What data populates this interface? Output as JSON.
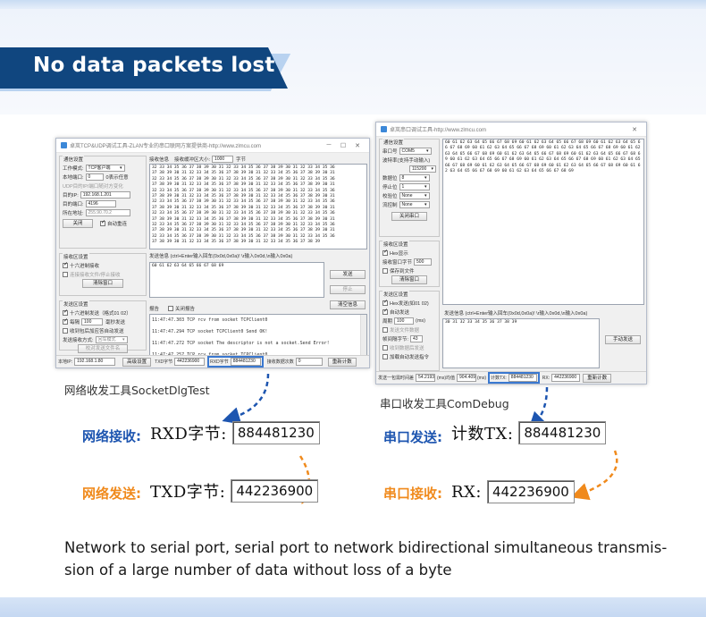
{
  "header": {
    "title": "No data packets lost"
  },
  "socket_window": {
    "title": "卓岚TCP&UDP调试工具-ZLAN专业的串口联网方案提供商-http://www.zlmcu.com",
    "comm_settings": {
      "group": "通信设置",
      "mode_label": "工作模式:",
      "mode_value": "TCP客户端",
      "local_port_label": "本地端口:",
      "local_port_value": "0",
      "any_port_label": "0表示任意",
      "udp_note": "UDP目的IP/端口随对方变化",
      "dest_ip_label": "目的IP:",
      "dest_ip_value": "192.168.1.201",
      "dest_port_label": "目的端口:",
      "dest_port_value": "4196",
      "subnet_label": "所在地址:",
      "subnet_value": "255.90.70.2",
      "close_btn": "关闭",
      "auto_reconnect": "自动重连"
    },
    "recv_header": {
      "label": "接收信息",
      "buf_label": "接收缓冲区大小:",
      "buf_value": "1000",
      "unit": "字节"
    },
    "recv_lines": [
      "32 33 34 35 36 37 38 39 30 31 32 33 34 35 36 37 38 39 30 31 32 33 34 35 36",
      "37 38 39 30 31 32 33 34 35 36 37 38 39 30 31 32 33 34 35 36 37 38 39 30 31",
      "32 33 34 35 36 37 38 39 30 31 32 33 34 35 36 37 38 39 30 31 32 33 34 35 36",
      "37 38 39 30 31 32 33 34 35 36 37 38 39 30 31 32 33 34 35 36 37 38 39 30 31",
      "32 33 34 35 36 37 38 39 30 31 32 33 34 35 36 37 38 39 30 31 32 33 34 35 36",
      "37 38 39 30 31 32 33 34 35 36 37 38 39 30 31 32 33 34 35 36 37 38 39 30 31",
      "32 33 34 35 36 37 38 39 30 31 32 33 34 35 36 37 38 39 30 31 32 33 34 35 36",
      "37 38 39 30 31 32 33 34 35 36 37 38 39 30 31 32 33 34 35 36 37 38 39 30 31",
      "32 33 34 35 36 37 38 39 30 31 32 33 34 35 36 37 38 39 30 31 32 33 34 35 36",
      "37 38 39 30 31 32 33 34 35 36 37 38 39 30 31 32 33 34 35 36 37 38 39 30 31",
      "32 33 34 35 36 37 38 39 30 31 32 33 34 35 36 37 38 39 30 31 32 33 34 35 36",
      "37 38 39 30 31 32 33 34 35 36 37 38 39 30 31 32 33 34 35 36 37 38 39 30 31",
      "32 33 34 35 36 37 38 39 30 31 32 33 34 35 36 37 38 39 30 31 32 33 34 35 36",
      "37 38 39 30 31 32 33 34 35 36 37 38 39 30 31 32 33 34 35 36 37 38 39"
    ],
    "recv_settings": {
      "group": "接收区设置",
      "hex_recv": "十六进制接收",
      "no_show": "连接接收文件/停止接收",
      "clear_btn": "清除窗口"
    },
    "send_header": "发送信息 (ctrl+Enter输入回车(0x0d,0x0a)! \\r输入0x0d,\\n输入0x0a)",
    "send_text": "60 61 62 63 64 65 66 67 68 69",
    "send_btn": "发送",
    "stop_btn": "停止",
    "clear_send_btn": "清空信息",
    "send_settings": {
      "group": "发送区设置",
      "hex_send": "十六进制发送（格式01 02）",
      "loop_label": "每隔",
      "loop_value": "100",
      "loop_unit": "毫秒发送",
      "reply_note": "收到包后加应答自动发送",
      "send_mode_label": "发送接收方式:",
      "send_mode_value": "回车模式",
      "save_btn": "校对发送文件名"
    },
    "log_header": {
      "label": "报告",
      "close_report": "关闭报告"
    },
    "log_lines": [
      "11:47:47.303 TCP rcv from socket TCPClient0",
      "11:47:47.294 TCP socket TCPClient0 Send OK!",
      "11:47:47.272 TCP socket The descriptor is not a socket.Send Error!",
      "11:47:47.257 TCP rcv from socket TCPClient0"
    ],
    "status": {
      "local_ip_label": "本地IP:",
      "local_ip_value": "192.168.1.80",
      "advanced_btn": "高级设置",
      "tx_label": "TXD字节",
      "tx_value": "442236900",
      "rx_label": "RXD字节",
      "rx_value": "884481230",
      "pkt_label": "接收数据次数",
      "pkt_value": "0",
      "reset_btn": "重新计数"
    }
  },
  "serial_window": {
    "title": "卓岚串口调试工具-http://www.zlmcu.com",
    "comm_settings": {
      "group": "通信设置",
      "port_label": "串口号",
      "port_value": "COM5",
      "baud_label": "波特率(支持手动输入)",
      "baud_value": "115200",
      "data_label": "数据位",
      "data_value": "8",
      "stop_label": "停止位",
      "stop_value": "1",
      "parity_label": "校验位",
      "parity_value": "None",
      "flow_label": "流控制",
      "flow_value": "None",
      "close_btn": "关闭串口"
    },
    "recv_lines": "60 61 62 63 64 65 66 67 68 69 60 61 62 63 64 65 66 67 68 69 60 61 62 63 64 65 66 67 68 69 60 61 62 63 64 65 66 67 68 69 60 61 62 63 64 65 66 67 68 69 60 61 62 63 64 65 66 67 68 69 60 61 62 63 64 65 66 67 68 69 60 61 62 63 64 65 66 67 68 69 60 61 62 63 64 65 66 67 68 69 60 61 62 63 64 65 66 67 68 69 60 61 62 63 64 65 66 67 68 69 60 61 62 63 64 65 66 67 68 69 60 61 62 63 64 65 66 67 68 69 60 61 62 63 64 65 66 67 68 69 60 61 62 63 64 65 66 67 68 69",
    "recv_settings": {
      "group": "接收区设置",
      "hex_show": "Hex显示",
      "recv_save_label": "接收窗口字节",
      "recv_save_value": "500",
      "save_file": "保存到文件",
      "clear_btn": "清除窗口"
    },
    "send_settings": {
      "group": "发送区设置",
      "hex_send": "Hex发送(如01 02)",
      "auto_send": "自动发送",
      "interval_label": "周期",
      "interval_value": "100",
      "interval_unit": "(ms)",
      "file_note": "发送文件数据",
      "time_label": "帧间隔字节:",
      "time_value": "43",
      "recv_reply": "收到数据后发送",
      "add_check": "加载自动发送指令"
    },
    "send_header": "发送信息 (ctrl+Enter输入回车(0x0d,0x0a)! \\r输入0x0d,\\n输入0x0a)",
    "send_text": "30 31 32 33 34 35 36 37 38 39",
    "manual_send_btn": "手动发送",
    "status": {
      "speed_label": "发送一包需时间差",
      "speed_value": "54.2193",
      "speed_unit": "(ms)均值",
      "avg_value": "904.409",
      "avg_unit": "(ms)",
      "tx_label": "计数TX:",
      "tx_value": "884481230",
      "rx_label": "RX:",
      "rx_value": "442236900",
      "reset_btn": "重新计数"
    }
  },
  "captions": {
    "socket_tool": "网络收发工具SocketDlgTest",
    "serial_tool": "串口收发工具ComDebug"
  },
  "callouts": {
    "net_recv_label": "网络接收:",
    "net_send_label": "网络发送:",
    "serial_send_label": "串口发送:",
    "serial_recv_label": "串口接收:",
    "rxd_zoom_label": "RXD字节:",
    "rxd_zoom_value": "884481230",
    "txd_zoom_label": "TXD字节:",
    "txd_zoom_value": "442236900",
    "tx_count_zoom_label": "计数TX:",
    "tx_count_zoom_value": "884481230",
    "rx_zoom_label": "RX:",
    "rx_zoom_value": "442236900"
  },
  "footer": {
    "description": "Network to serial port, serial port to network bidirectional simultaneous transmis-sion of a large number of data without loss of a byte"
  },
  "colors": {
    "banner": "#10467f",
    "banner_accent": "#b8d2f0",
    "label_blue": "#1d55b0",
    "label_orange": "#f08a1c",
    "highlight": "#3a78d0"
  }
}
